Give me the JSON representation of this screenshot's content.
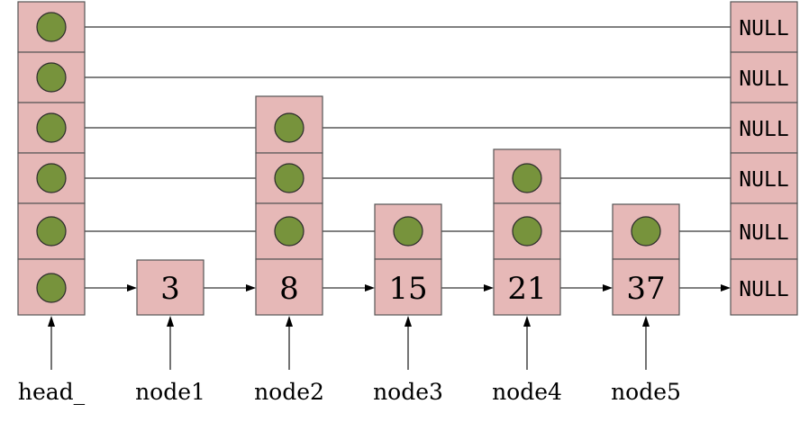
{
  "head_label": "head_",
  "null_label": "NULL",
  "nodes": [
    {
      "label": "node1",
      "value": "3",
      "levels": 0
    },
    {
      "label": "node2",
      "value": "8",
      "levels": 3
    },
    {
      "label": "node3",
      "value": "15",
      "levels": 1
    },
    {
      "label": "node4",
      "value": "21",
      "levels": 2
    },
    {
      "label": "node5",
      "value": "37",
      "levels": 1
    }
  ],
  "colors": {
    "cell_fill": "#e6b8b7",
    "pointer_dot": "#77933c",
    "arrow": "#000000"
  }
}
